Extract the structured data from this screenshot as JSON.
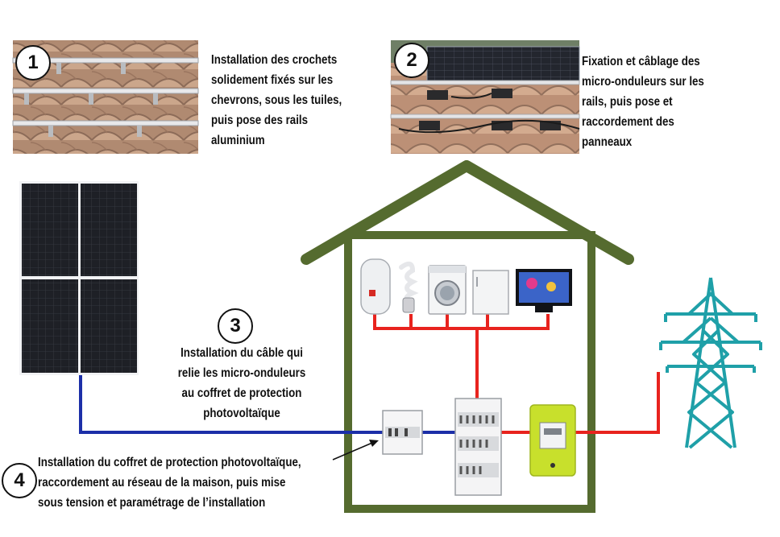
{
  "steps": [
    {
      "number": "1",
      "text": "Installation des crochets\nsolidement fixés sur les\nchevrons, sous les tuiles,\npuis pose des rails\naluminium"
    },
    {
      "number": "2",
      "text": "Fixation et câblage des\nmicro-onduleurs sur les\nrails, puis pose et\nraccordement des\npanneaux"
    },
    {
      "number": "3",
      "text": "Installation du câble qui\nrelie les micro-onduleurs\nau coffret de protection\nphotovoltaïque"
    },
    {
      "number": "4",
      "text": "Installation du coffret de protection photovoltaïque,\nraccordement au réseau de la maison, puis mise\nsous tension et paramétrage de l’installation"
    }
  ],
  "colors": {
    "house": "#556b2f",
    "dc_cable": "#1c2fa8",
    "ac_cable": "#e8231e",
    "pylon": "#1fa0a8",
    "meter": "#c8e02c",
    "panel": "#1b1d22"
  },
  "icons": [
    "roof-tiles-rails-photo",
    "roof-micro-inverters-photo",
    "solar-panel-icon",
    "water-heater-icon",
    "bulb-icon",
    "washing-machine-icon",
    "fridge-icon",
    "tv-icon",
    "protection-box-icon",
    "electrical-panel-icon",
    "meter-icon",
    "pylon-icon"
  ]
}
